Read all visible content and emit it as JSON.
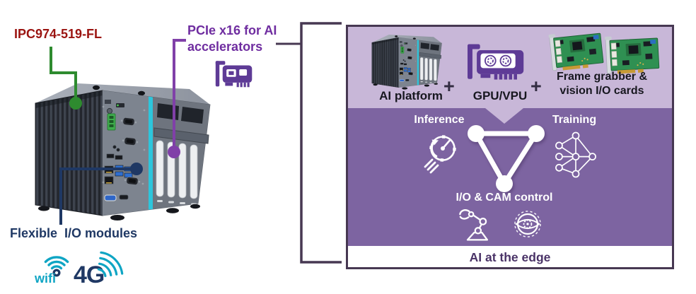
{
  "colors": {
    "model_red": "#9b1411",
    "callout_green": "#2e8b2f",
    "purple_text": "#6f2da0",
    "callout_purple": "#8040a8",
    "icon_purple": "#5e3b96",
    "navy": "#1f3864",
    "teal": "#0fa5c4",
    "bracket": "#473852",
    "panel_lavender": "#c8b7d8",
    "panel_purple": "#7d64a1",
    "footer_text": "#4a3367",
    "dark_text": "#17171f",
    "stripe_cyan": "#2cc6dc"
  },
  "callouts": {
    "model_label": "IPC974-519-FL",
    "pcie_line1": "PCIe x16 for AI",
    "pcie_line2": "accelerators",
    "flexible_io_label": "Flexible  I/O modules",
    "wifi_label": "wifi",
    "cellular_label": "4G"
  },
  "panel": {
    "top_row": {
      "ai_platform_label": "AI platform",
      "plus": "+",
      "gpu_label": "GPU/VPU",
      "frame_grabber_line1": "Frame grabber &",
      "frame_grabber_line2": "vision I/O cards"
    },
    "workflow": {
      "inference_label": "Inference",
      "training_label": "Training",
      "io_cam_label": "I/O & CAM control"
    },
    "footer_label": "AI at the edge"
  },
  "icons": {
    "pcie_card": "pcie-card-icon",
    "gpu_card": "gpu-card-icon",
    "wifi": "wifi-icon",
    "cellular": "4g-signal-icon",
    "inference": "speedometer-icon",
    "training": "neural-network-icon",
    "io_cam_robot": "robot-arm-icon",
    "io_cam_vision": "eye-icon"
  }
}
